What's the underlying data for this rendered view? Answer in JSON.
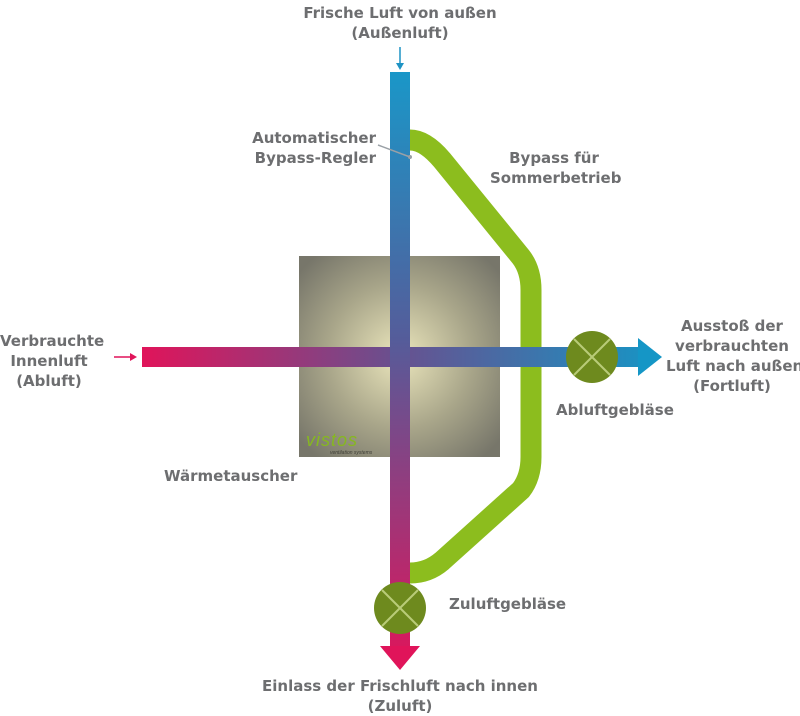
{
  "labels": {
    "fresh_air": {
      "line1": "Frische Luft von außen",
      "line2": "(Außenluft)"
    },
    "bypass_controller": {
      "line1": "Automatischer",
      "line2": "Bypass-Regler"
    },
    "bypass": {
      "line1": "Bypass für",
      "line2": "Sommerbetrieb"
    },
    "exhaust_in": {
      "line1": "Verbrauchte",
      "line2": "Innenluft",
      "line3": "(Abluft)"
    },
    "exhaust_out": {
      "line1": "Ausstoß der",
      "line2": "verbrauchten",
      "line3": "Luft nach außen",
      "line4": "(Fortluft)"
    },
    "exhaust_fan": "Abluftgebläse",
    "heat_exchanger": "Wärmetauscher",
    "supply_fan": "Zuluftgebläse",
    "supply_out": {
      "line1": "Einlass der Frischluft nach innen",
      "line2": "(Zuluft)"
    }
  },
  "logo": {
    "name": "vistos",
    "tagline": "ventilation systems"
  },
  "colors": {
    "label_text": "#6d6e70",
    "fresh_air_blue": "#1e93c4",
    "exhaust_magenta": "#e0145a",
    "bypass_green": "#8cbd1e",
    "fan_green": "#6e8a1e",
    "exchanger_center": "#e7e3b8",
    "exchanger_edge": "#7c7b69"
  }
}
